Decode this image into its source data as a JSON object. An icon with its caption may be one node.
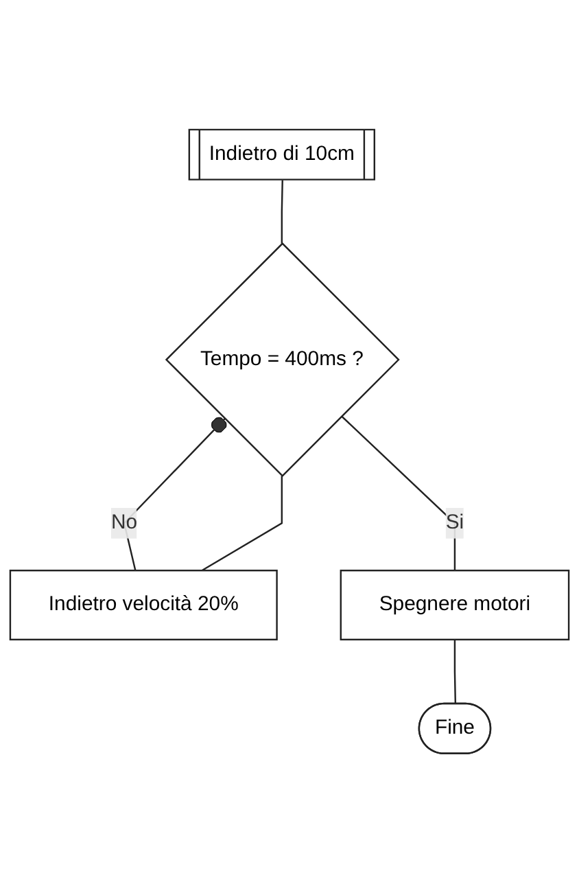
{
  "diagram": {
    "nodes": [
      {
        "text": [
          "Indietro di 10cm"
        ]
      },
      {
        "text": [
          "Tempo = 400ms ?"
        ]
      },
      {
        "text": [
          "Indietro velocità 20%"
        ]
      },
      {
        "text": [
          "Spegnere motori"
        ]
      },
      {
        "text": [
          "Fine"
        ]
      }
    ],
    "edges": [
      {
        "from": 0,
        "to": 1,
        "arrow": "none"
      },
      {
        "from": 1,
        "to": 2,
        "arrow": "other",
        "label": "No"
      },
      {
        "from": 1,
        "to": 3,
        "arrow": "none",
        "label": "Si"
      },
      {
        "from": 2,
        "to": 1,
        "arrow": "none"
      },
      {
        "from": 3,
        "to": 4,
        "arrow": "none"
      }
    ]
  }
}
